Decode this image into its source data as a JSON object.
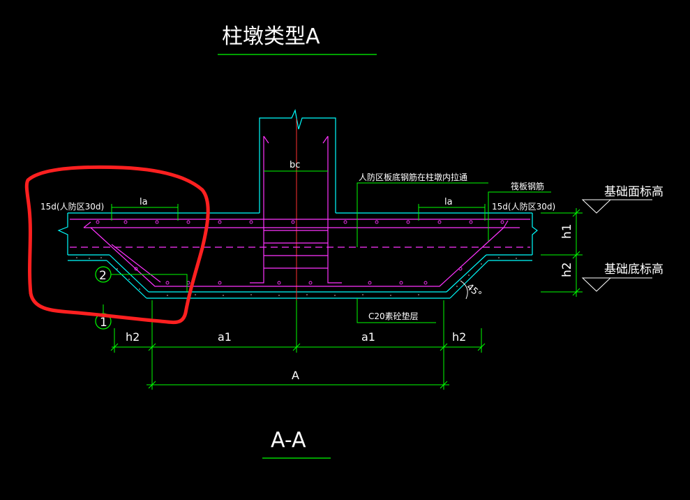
{
  "drawing": {
    "title": "柱墩类型A",
    "section_label": "A-A",
    "labels": {
      "bc": "bc",
      "la_left": "la",
      "la_right": "la",
      "anchor_left": "15d(人防区30d)",
      "anchor_right": "15d(人防区30d)",
      "rebar_note": "人防区板底钢筋在柱墩内拉通",
      "raft_rebar": "筏板钢筋",
      "cushion": "C20素砼垫层",
      "angle": "45°",
      "top_elev": "基础面标高",
      "bottom_elev": "基础底标高",
      "h1_side": "h1",
      "h2_side": "h2",
      "marker_1": "1",
      "marker_2": "2"
    },
    "dimensions": {
      "row1": [
        "h2",
        "a1",
        "a1",
        "h2"
      ],
      "row2": "A"
    },
    "colors": {
      "background": "#000000",
      "concrete_outline": "#00ffff",
      "rebar": "#ff33ff",
      "dimension": "#00ff00",
      "centerline": "#ff3030",
      "highlight": "#ff2020",
      "text": "#ffffff"
    }
  }
}
